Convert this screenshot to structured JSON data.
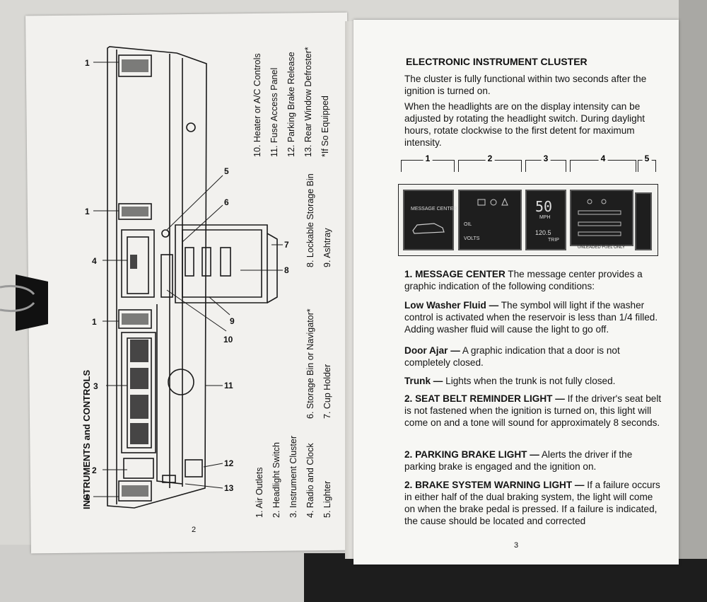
{
  "left_page": {
    "title": "INSTRUMENTS and CONTROLS",
    "page_number": "2",
    "legend_a": [
      "1. Air Outlets",
      "2. Headlight Switch",
      "3. Instrument Cluster",
      "4. Radio and Clock",
      "5. Lighter"
    ],
    "legend_b": [
      "6. Storage Bin or Navigator*",
      "7. Cup Holder"
    ],
    "legend_c": [
      "8. Lockable Storage Bin",
      "9. Ashtray"
    ],
    "legend_d": [
      "10. Heater or A/C Controls",
      "11. Fuse Access Panel",
      "12. Parking Brake Release",
      "13. Rear Window Defroster*",
      "*If So Equipped"
    ],
    "callouts": [
      "1",
      "1",
      "1",
      "1",
      "2",
      "3",
      "4",
      "5",
      "6",
      "7",
      "8",
      "9",
      "10",
      "11",
      "12",
      "13"
    ]
  },
  "right_page": {
    "title": "ELECTRONIC INSTRUMENT CLUSTER",
    "page_number": "3",
    "intro_1": "The cluster is fully functional within two seconds after the ignition is turned on.",
    "intro_2": "When the headlights are on the display intensity can be adjusted by rotating the headlight switch. During daylight hours, rotate clockwise to the first detent for maximum intensity.",
    "brackets": [
      "1",
      "2",
      "3",
      "4",
      "5"
    ],
    "cluster": {
      "message_center": "MESSAGE CENTER",
      "speed": "50",
      "speed_unit": "MPH",
      "odometer": "120.5",
      "trip": "TRIP",
      "fuel_note": "UNLEADED FUEL ONLY",
      "volts": "VOLTS",
      "oil": "OIL"
    },
    "s1_head": "1. MESSAGE CENTER",
    "s1_text": " The message center provides a graphic indication of the following conditions:",
    "s2_head": "Low Washer Fluid —",
    "s2_text": " The symbol will light if the washer control is activated when the reservoir is less than 1/4 filled. Adding washer fluid will cause the light to go off.",
    "s3_head": "Door Ajar —",
    "s3_text": " A graphic indication that a door is not completely closed.",
    "s4_head": "Trunk —",
    "s4_text": " Lights when the trunk is not fully closed.",
    "s5_head": "2. SEAT BELT REMINDER LIGHT —",
    "s5_text": " If the driver's seat belt is not fastened when the ignition is turned on, this light will come on and a tone will sound for approximately 8 seconds.",
    "s6_head": "2. PARKING BRAKE LIGHT —",
    "s6_text": " Alerts the driver if the parking brake is engaged and the ignition on.",
    "s7_head": "2. BRAKE SYSTEM WARNING LIGHT —",
    "s7_text": " If a failure occurs in either half of the dual braking system, the light will come on when the brake pedal is pressed. If a failure is indicated, the cause should be located and corrected"
  }
}
